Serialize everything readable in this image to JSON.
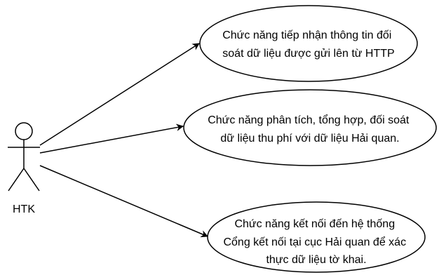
{
  "actor": {
    "name": "HTK"
  },
  "use_cases": [
    {
      "lines": [
        "Chức năng tiếp nhận thông tin đối",
        "soát dữ liệu được gửi lên từ HTTP"
      ]
    },
    {
      "lines": [
        "Chức năng phân tích, tổng hợp, đối soát",
        "dữ liệu thu phí với dữ liệu Hải quan."
      ]
    },
    {
      "lines": [
        "Chức năng kết nối đến hệ thống",
        "Cổng kết nối tại cục Hải quan để xác",
        "thực dữ liệu tờ khai."
      ]
    }
  ],
  "colors": {
    "stroke": "#000000",
    "fill": "#ffffff",
    "text": "#000000"
  }
}
